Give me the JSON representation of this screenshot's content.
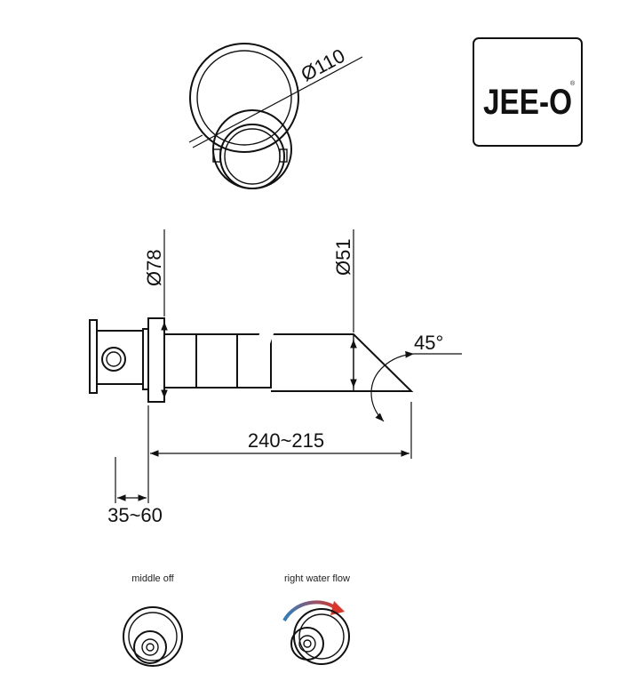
{
  "logo": {
    "text": "JEE-O",
    "registered_mark": "®"
  },
  "dimensions": {
    "ring_diameter": "Ø110",
    "flange_diameter": "Ø78",
    "spout_diameter": "Ø51",
    "spout_angle": "45°",
    "spout_length": "240~215",
    "wall_depth": "35~60"
  },
  "positions": [
    {
      "label": "middle off"
    },
    {
      "label": "right water flow"
    }
  ],
  "colors": {
    "arrow_start": "#2f7fc1",
    "arrow_end": "#d9352a",
    "line": "#111111"
  }
}
